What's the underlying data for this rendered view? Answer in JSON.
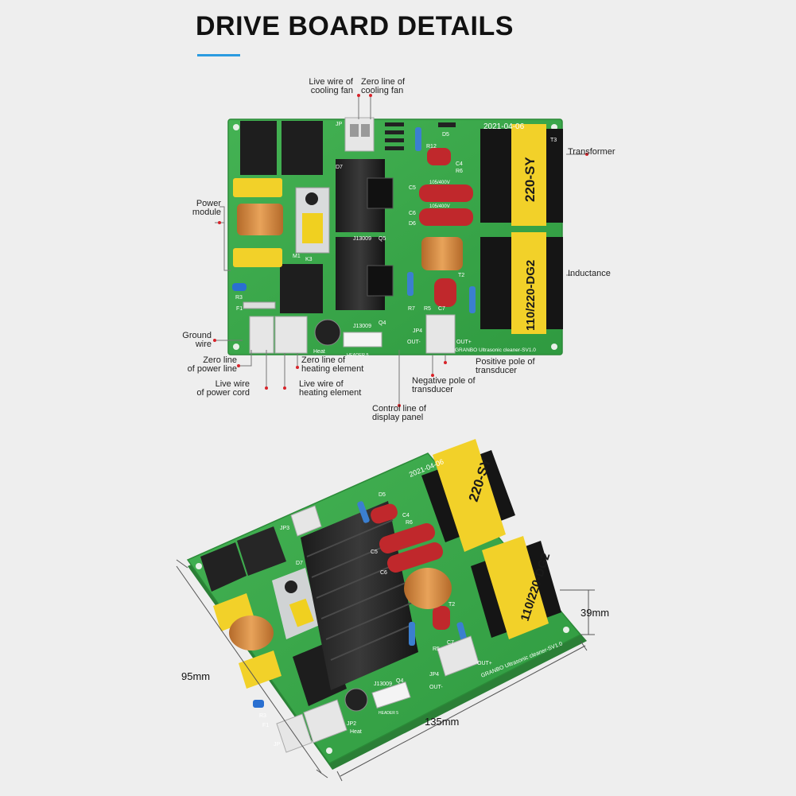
{
  "page": {
    "title": "DRIVE BOARD DETAILS",
    "accent_color": "#2a9be0",
    "pointer_color": "#d8232a"
  },
  "labels": {
    "live_wire_fan": "Live wire of\ncooling fan",
    "zero_line_fan": "Zero line of\ncooling fan",
    "transformer": "Transformer",
    "power_module": "Power\nmodule",
    "inductance": "Inductance",
    "ground_wire": "Ground\nwire",
    "zero_line_power": "Zero line\nof power line",
    "zero_line_heating": "Zero line of\nheating element",
    "live_wire_cord": "Live wire\nof power cord",
    "live_wire_heating": "Live wire of\nheating element",
    "control_line": "Control line of\ndisplay panel",
    "negative_pole": "Negative pole of\ntransducer",
    "positive_pole": "Positive pole of\ntransducer"
  },
  "board": {
    "color": "#3aa64a",
    "transformer_text": "220-SY",
    "inductance_text": "110/220-DG2",
    "date_text": "2021-04-06",
    "model_text": "GRANBO Ultrasonic cleaner-SV1.0",
    "header_text": "HEADER 5",
    "heat_text": "Heat",
    "transistor_text": "J13009",
    "cap_text": "105/400V",
    "silk": {
      "jp": "JP",
      "jp2": "JP2",
      "jp3": "JP3",
      "jp4": "JP4",
      "d5": "D5",
      "d6": "D6",
      "d7": "D7",
      "r3": "R3",
      "r5": "R5",
      "r6": "R6",
      "r7": "R7",
      "r12": "R12",
      "c4": "C4",
      "c5": "C5",
      "c6": "C6",
      "c7": "C7",
      "f1": "F1",
      "m1": "M1",
      "k3": "K3",
      "q4": "Q4",
      "q5": "Q5",
      "t2": "T2",
      "t3": "T3",
      "out_plus": "OUT+",
      "out_minus": "OUT-"
    }
  },
  "dimensions": {
    "length": "135mm",
    "width": "95mm",
    "height": "39mm"
  }
}
